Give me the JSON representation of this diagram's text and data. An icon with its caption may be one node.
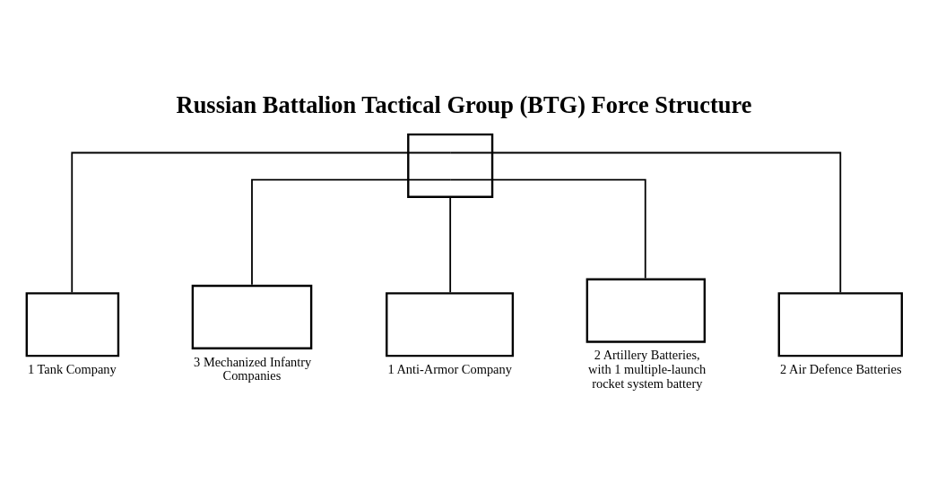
{
  "diagram": {
    "title": "Russian Battalion Tactical Group (BTG) Force Structure",
    "nodes": [
      {
        "text": [],
        "shape": "box"
      },
      {
        "text": [],
        "shape": "box",
        "beside": [
          "1 Tank Company"
        ]
      },
      {
        "text": [],
        "shape": "box",
        "beside": [
          "3 Mechanized Infantry Companies"
        ]
      },
      {
        "text": [],
        "shape": "box",
        "beside": [
          "1 Anti-Armor Company"
        ]
      },
      {
        "text": [],
        "shape": "box",
        "beside": [
          "2 Artillery Batteries, with 1 multiple-launch rocket system battery"
        ]
      },
      {
        "text": [],
        "shape": "box",
        "beside": [
          "2 Air Defence Batteries"
        ]
      }
    ],
    "edges": [
      {
        "from": 0,
        "to": 1,
        "arrow": "none"
      },
      {
        "from": 0,
        "to": 2,
        "arrow": "none"
      },
      {
        "from": 0,
        "to": 3,
        "arrow": "none"
      },
      {
        "from": 0,
        "to": 4,
        "arrow": "none"
      },
      {
        "from": 0,
        "to": 5,
        "arrow": "none"
      }
    ]
  }
}
